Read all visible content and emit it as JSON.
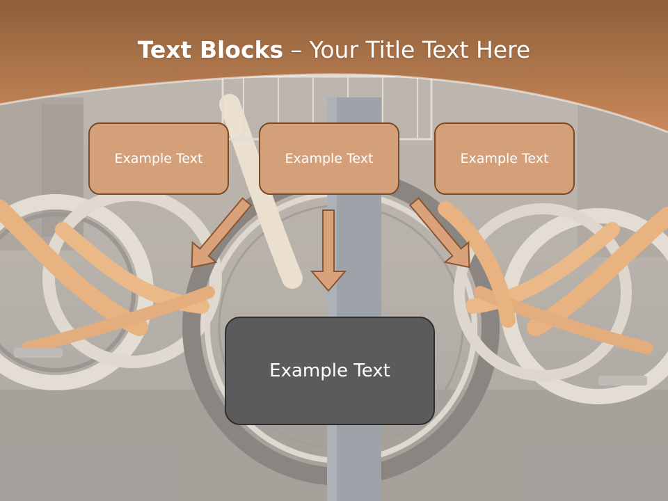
{
  "title": {
    "bold": "Text Blocks",
    "rest": " – Your Title Text Here"
  },
  "blocks": {
    "left": "Example Text",
    "center": "Example Text",
    "right": "Example Text",
    "main": "Example Text"
  },
  "colors": {
    "band_top": "#8e5f3a",
    "band_bottom": "#c9895a",
    "box_fill": "#d4a079",
    "box_border": "#7a4a24",
    "main_fill": "#5b5b5b",
    "arrow_fill": "#d9a27b"
  }
}
